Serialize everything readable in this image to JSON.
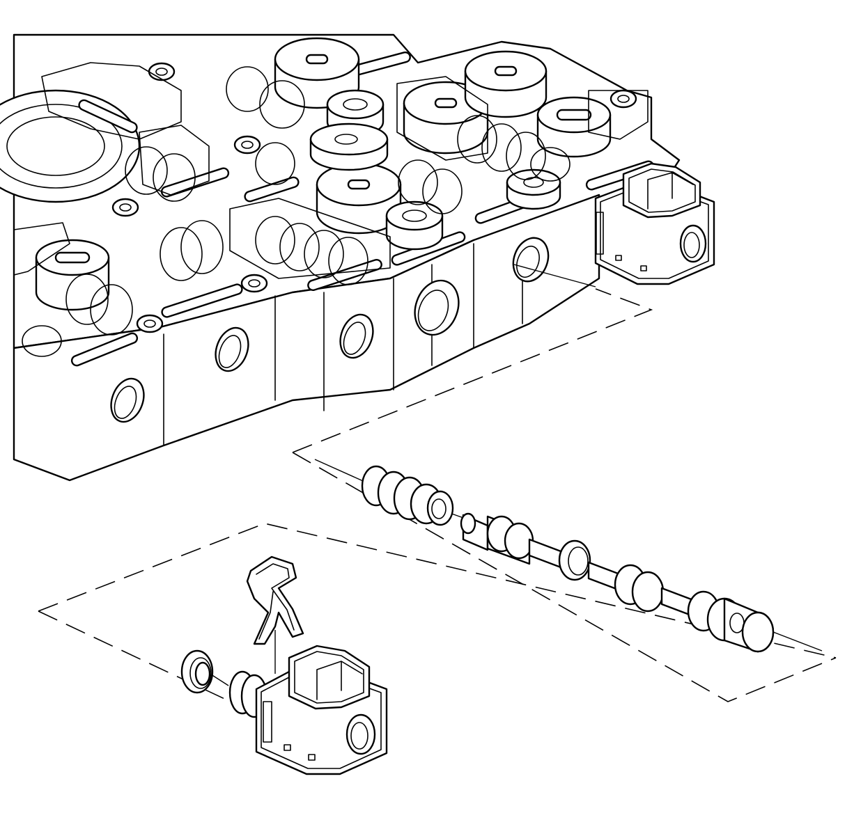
{
  "diagram": {
    "colors": {
      "line": "#000000",
      "background": "#ffffff"
    },
    "parts": [
      "valve-body",
      "installed-solenoid",
      "spring",
      "valve",
      "retainer-clip",
      "o-ring",
      "solenoid"
    ]
  }
}
